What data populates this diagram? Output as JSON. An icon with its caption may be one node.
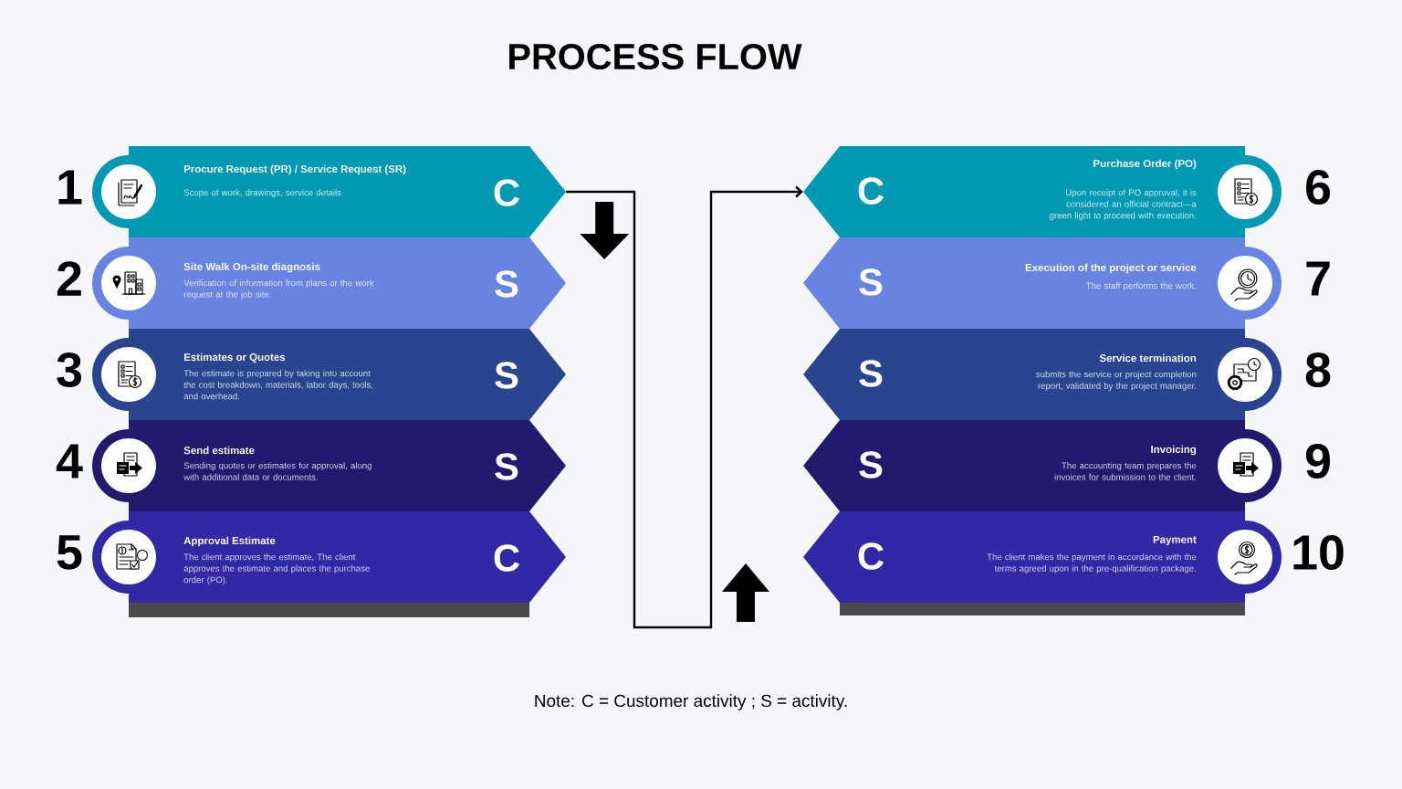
{
  "diagram": {
    "title": "PROCESS FLOW",
    "nodes": [
      {
        "text": [
          "Procure Request (PR) / Service Request (SR)",
          "Scope of work, drawings, service details",
          "C"
        ],
        "beside": [
          "1"
        ]
      },
      {
        "text": [
          "Site Walk On-site diagnosis",
          "Verification of information from plans or the work request at the job site.",
          "S"
        ],
        "beside": [
          "2"
        ]
      },
      {
        "text": [
          "Estimates or Quotes",
          "The estimate is prepared by taking into account the cost breakdown, materials, labor days, tools, and overhead.",
          "S"
        ],
        "beside": [
          "3"
        ]
      },
      {
        "text": [
          "Send estimate",
          "Sending quotes or estimates for approval, along with additional data or documents.",
          "S"
        ],
        "beside": [
          "4"
        ]
      },
      {
        "text": [
          "Approval Estimate",
          "The client approves the estimate, The client approves the estimate and places the purchase order (PO).",
          "C"
        ],
        "beside": [
          "5"
        ]
      },
      {
        "text": [
          "C",
          "Purchase Order (PO)",
          "Upon receipt of PO approval, it is considered an official contract—a green light to proceed with execution."
        ],
        "beside": [
          "6"
        ]
      },
      {
        "text": [
          "S",
          "Execution of the project or service",
          "The staff performs the work."
        ],
        "beside": [
          "7"
        ]
      },
      {
        "text": [
          "S",
          "Service termination",
          "submits the service or project completion report, validated by the project manager."
        ],
        "beside": [
          "8"
        ]
      },
      {
        "text": [
          "S",
          "Invoicing",
          "The accounting team prepares the invoices for submission to the client."
        ],
        "beside": [
          "9"
        ]
      },
      {
        "text": [
          "C",
          "Payment",
          "The client makes the payment in accordance with the terms agreed upon in the pre-qualification package."
        ],
        "beside": [
          "10"
        ]
      }
    ],
    "edges": [
      {
        "from": 0,
        "to": 5,
        "arrow": "to"
      },
      {
        "from": 0,
        "to": 1,
        "arrow": "to",
        "style": "thick"
      }
    ],
    "labels": [
      "Note: C = Customer activity ; S = activity."
    ]
  }
}
